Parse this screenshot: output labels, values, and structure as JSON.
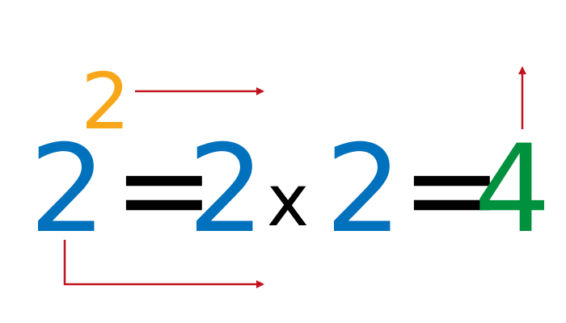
{
  "equation": {
    "base": "2",
    "exponent": "2",
    "equals_1": "=",
    "factor_1": "2",
    "times": "x",
    "factor_2": "2",
    "equals_2": "=",
    "result": "4"
  },
  "colors": {
    "base": "#0071bc",
    "exponent": "#f9a71a",
    "factor": "#0071bc",
    "operator": "#000000",
    "result": "#00913e",
    "arrow": "#c1121f"
  }
}
